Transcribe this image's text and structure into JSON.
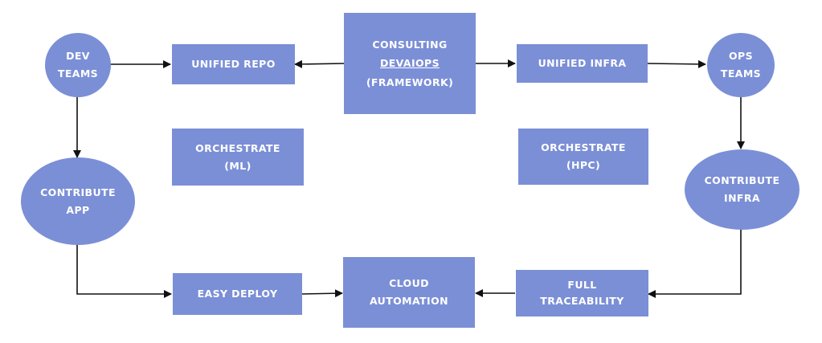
{
  "diagram": {
    "nodes": {
      "dev_teams": {
        "lines": [
          "DEV",
          "TEAMS"
        ]
      },
      "unified_repo": {
        "lines": [
          "UNIFIED REPO"
        ]
      },
      "consulting": {
        "line1": "CONSULTING",
        "line2": "DEVAIOPS",
        "line3": "(FRAMEWORK)"
      },
      "unified_infra": {
        "lines": [
          "UNIFIED INFRA"
        ]
      },
      "ops_teams": {
        "lines": [
          "OPS",
          "TEAMS"
        ]
      },
      "orchestrate_ml": {
        "lines": [
          "ORCHESTRATE",
          "(ML)"
        ]
      },
      "orchestrate_hpc": {
        "lines": [
          "ORCHESTRATE",
          "(HPC)"
        ]
      },
      "contribute_app": {
        "lines": [
          "CONTRIBUTE",
          "APP"
        ]
      },
      "contribute_infra": {
        "lines": [
          "CONTRIBUTE",
          "INFRA"
        ]
      },
      "easy_deploy": {
        "lines": [
          "EASY DEPLOY"
        ]
      },
      "cloud_automation": {
        "lines": [
          "CLOUD",
          "AUTOMATION"
        ]
      },
      "full_traceability": {
        "lines": [
          "FULL",
          "TRACEABILITY"
        ]
      }
    },
    "edges": [
      {
        "from": "dev_teams",
        "to": "unified_repo"
      },
      {
        "from": "consulting",
        "to": "unified_repo"
      },
      {
        "from": "consulting",
        "to": "unified_infra"
      },
      {
        "from": "unified_infra",
        "to": "ops_teams"
      },
      {
        "from": "dev_teams",
        "to": "contribute_app"
      },
      {
        "from": "ops_teams",
        "to": "contribute_infra"
      },
      {
        "from": "contribute_app",
        "to": "easy_deploy"
      },
      {
        "from": "easy_deploy",
        "to": "cloud_automation"
      },
      {
        "from": "contribute_infra",
        "to": "full_traceability"
      },
      {
        "from": "full_traceability",
        "to": "cloud_automation"
      }
    ],
    "colors": {
      "node_fill": "#7b8fd6",
      "node_text": "#ffffff",
      "edge": "#111111"
    }
  }
}
